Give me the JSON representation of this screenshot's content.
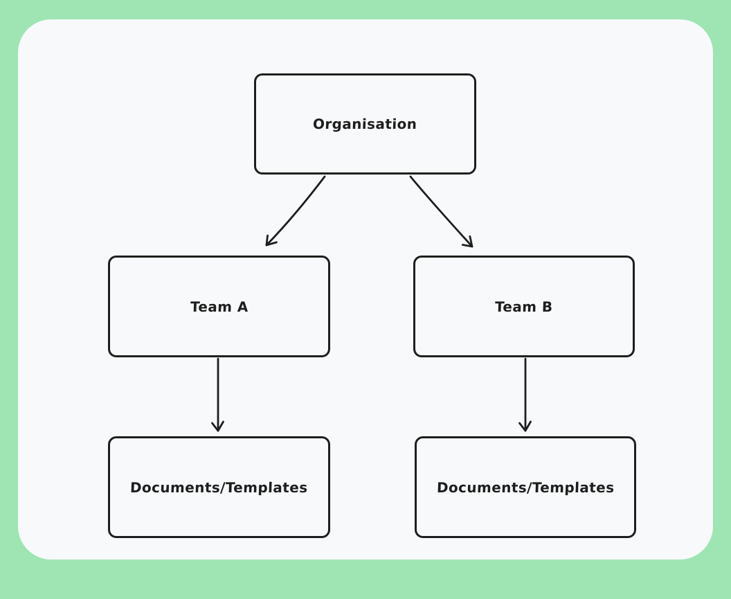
{
  "diagram": {
    "type": "flowchart",
    "style": "hand-drawn",
    "colors": {
      "page_background": "#9ee5b3",
      "canvas_background": "#f8f9fa",
      "shape_stroke": "#1e1e1e",
      "text": "#1e1e1e"
    },
    "nodes": [
      {
        "id": "organisation",
        "label": "Organisation"
      },
      {
        "id": "team-a",
        "label": "Team A"
      },
      {
        "id": "team-b",
        "label": "Team B"
      },
      {
        "id": "documents-templates-a",
        "label": "Documents/Templates"
      },
      {
        "id": "documents-templates-b",
        "label": "Documents/Templates"
      }
    ],
    "edges": [
      {
        "from": "organisation",
        "to": "team-a",
        "arrowhead": "v"
      },
      {
        "from": "organisation",
        "to": "team-b",
        "arrowhead": "v"
      },
      {
        "from": "team-a",
        "to": "documents-templates-a",
        "arrowhead": "v"
      },
      {
        "from": "team-b",
        "to": "documents-templates-b",
        "arrowhead": "v"
      }
    ]
  }
}
